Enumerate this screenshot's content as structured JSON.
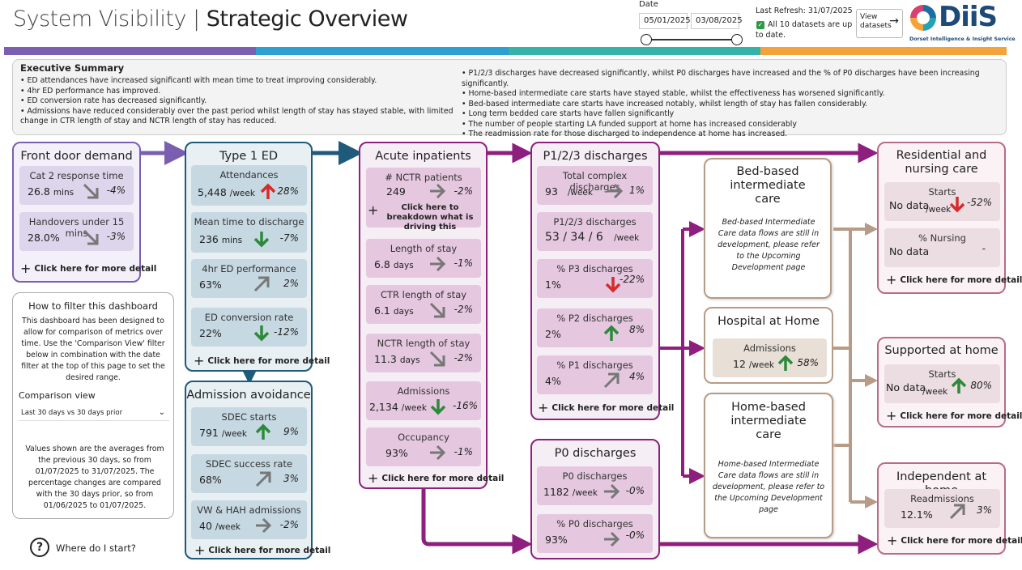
{
  "header": {
    "title_light": "System Visibility",
    "title_sep": "|",
    "title_bold": "Strategic Overview",
    "date_label": "Date",
    "date_start": "05/01/2025",
    "date_end": "03/08/2025",
    "last_refresh": "Last Refresh: 31/07/2025",
    "datasets_status": "All 10 datasets are up to date.",
    "view_datasets": "View datasets",
    "logo_text": "DiiS",
    "logo_sub": "Dorset Intelligence & Insight Service"
  },
  "summary": {
    "title": "Executive Summary",
    "left": [
      "• ED attendances have increased significantl with mean time to treat improving considerably.",
      "• 4hr ED performance has improved.",
      "• ED conversion rate has decreased significantly.",
      "• Admissions have reduced considerably over the past period whilst length of stay has stayed stable, with limited change in CTR length of stay and NCTR length of stay has reduced."
    ],
    "right": [
      "• P1/2/3 discharges have decreased significantly, whilst P0 discharges have increased and the % of P0 discharges have been increasing significantly.",
      "• Home-based intermediate care starts have stayed stable, whilst the effectiveness has worsened significantly.",
      "• Bed-based intermediate care starts have increased notably, whilst length of stay has fallen considerably.",
      "• Long term bedded care starts have fallen significantly",
      "• The number of people starting LA funded support at home has increased considerably",
      "• The readmission rate for those discharged to independence at home has increased."
    ]
  },
  "more_label": "Click here for more detail",
  "breakdown_label": "Click here to breakdown what is driving this",
  "panels": {
    "front": {
      "title": "Front door demand",
      "cards": [
        {
          "label": "Cat 2 response time",
          "value": "26.8",
          "unit": "mins",
          "pct": "-4%"
        },
        {
          "label": "Handovers under 15 mins",
          "value": "28.0%",
          "unit": "",
          "pct": "-3%"
        }
      ]
    },
    "type1": {
      "title": "Type 1 ED",
      "cards": [
        {
          "label": "Attendances",
          "value": "5,448",
          "unit": "/week",
          "pct": "28%"
        },
        {
          "label": "Mean time to discharge",
          "value": "236",
          "unit": "mins",
          "pct": "-7%"
        },
        {
          "label": "4hr ED performance",
          "value": "63%",
          "unit": "",
          "pct": "2%"
        },
        {
          "label": "ED conversion rate",
          "value": "22%",
          "unit": "",
          "pct": "-12%"
        }
      ]
    },
    "avoid": {
      "title": "Admission avoidance",
      "cards": [
        {
          "label": "SDEC starts",
          "value": "791",
          "unit": "/week",
          "pct": "9%"
        },
        {
          "label": "SDEC success rate",
          "value": "68%",
          "unit": "",
          "pct": "3%"
        },
        {
          "label": "VW & HAH admissions",
          "value": "40",
          "unit": "/week",
          "pct": "-2%"
        }
      ]
    },
    "acute": {
      "title": "Acute inpatients",
      "cards": [
        {
          "label": "# NCTR patients",
          "value": "249",
          "unit": "",
          "pct": "-2%"
        },
        {
          "label": "Length of stay",
          "value": "6.8",
          "unit": "days",
          "pct": "-1%"
        },
        {
          "label": "CTR length of stay",
          "value": "6.1",
          "unit": "days",
          "pct": "-2%"
        },
        {
          "label": "NCTR length of stay",
          "value": "11.3",
          "unit": "days",
          "pct": "-2%"
        },
        {
          "label": "Admissions",
          "value": "2,134",
          "unit": "/week",
          "pct": "-16%"
        },
        {
          "label": "Occupancy",
          "value": "93%",
          "unit": "",
          "pct": "-1%"
        }
      ]
    },
    "p123": {
      "title": "P1/2/3 discharges",
      "cards": [
        {
          "label": "Total complex discharges",
          "value": "93",
          "unit": "/week",
          "pct": "1%"
        },
        {
          "label": "P1/2/3 discharges",
          "value": "53 / 34 / 6",
          "unit": "/week",
          "pct": ""
        },
        {
          "label": "% P3 discharges",
          "value": "1%",
          "unit": "",
          "pct": "-22%"
        },
        {
          "label": "% P2 discharges",
          "value": "2%",
          "unit": "",
          "pct": "8%"
        },
        {
          "label": "% P1 discharges",
          "value": "4%",
          "unit": "",
          "pct": "4%"
        }
      ]
    },
    "p0": {
      "title": "P0 discharges",
      "cards": [
        {
          "label": "P0 discharges",
          "value": "1182",
          "unit": "/week",
          "pct": "-0%"
        },
        {
          "label": "% P0 discharges",
          "value": "93%",
          "unit": "",
          "pct": "-0%"
        }
      ]
    },
    "bed": {
      "title": "Bed-based intermediate care",
      "note": "Bed-based Intermediate Care data flows are still in development, please refer to the Upcoming Development page"
    },
    "hah": {
      "title": "Hospital at Home",
      "cards": [
        {
          "label": "Admissions",
          "value": "12",
          "unit": "/week",
          "pct": "58%"
        }
      ]
    },
    "home": {
      "title": "Home-based intermediate care",
      "note": "Home-based Intermediate Care data flows are still in development, please refer to the Upcoming Development page"
    },
    "res": {
      "title": "Residential and nursing care",
      "cards": [
        {
          "label": "Starts",
          "value": "No data",
          "unit": "/week",
          "pct": "-52%"
        },
        {
          "label": "% Nursing",
          "value": "No data",
          "unit": "",
          "pct": "-"
        }
      ]
    },
    "sah": {
      "title": "Supported at home",
      "cards": [
        {
          "label": "Starts",
          "value": "No data",
          "unit": "/week",
          "pct": "80%"
        }
      ]
    },
    "ind": {
      "title": "Independent at home",
      "cards": [
        {
          "label": "Readmissions",
          "value": "12.1%",
          "unit": "",
          "pct": "3%"
        }
      ]
    }
  },
  "filter": {
    "title": "How to filter this dashboard",
    "desc": "This dashboard has been designed to allow for comparison of metrics over time. Use the 'Comparison View' filter below in combination with the date filter at the top of this page to set the desired range.",
    "comparison_label": "Comparison view",
    "comparison_value": "Last 30 days vs 30 days prior",
    "note": "Values shown are the averages from the previous 30 days, so from 01/07/2025 to 31/07/2025. The percentage changes are compared with the 30 days prior, so from 01/06/2025 to 01/07/2025."
  },
  "help": {
    "label": "Where do I start?"
  },
  "colors": {
    "purple": "#7a5fb0",
    "teal": "#1e5a7a",
    "magenta": "#8e1f7e",
    "tan": "#b89b86",
    "pink": "#b86b8a",
    "up_red": "#d62b2b",
    "green": "#2d8a3a",
    "grey": "#777777"
  }
}
